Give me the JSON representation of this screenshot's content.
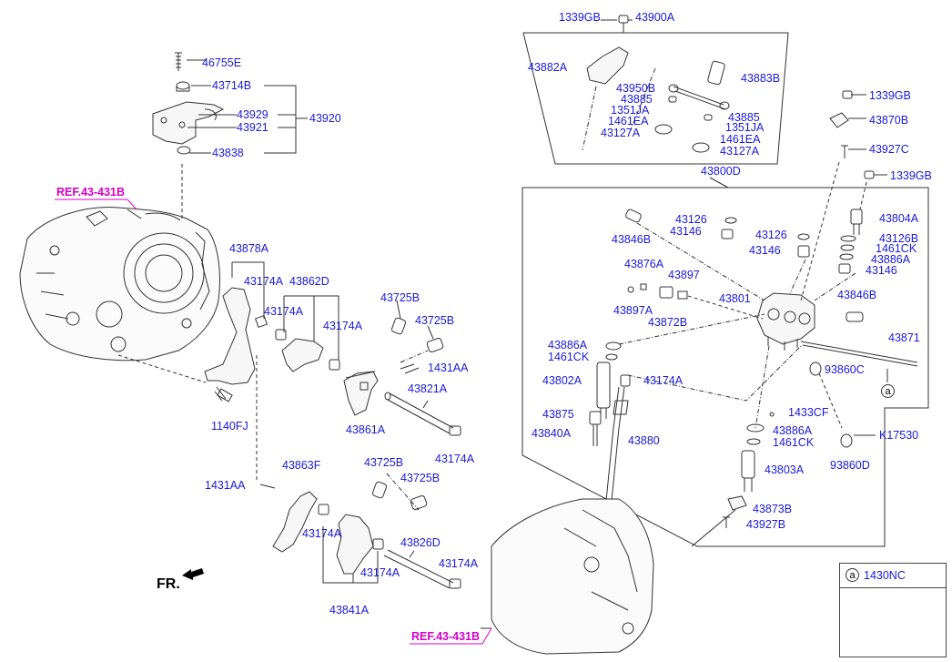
{
  "references": {
    "upper": "REF.43-431B",
    "lower": "REF.43-431B"
  },
  "front_marker": "FR.",
  "circle_marker": "a",
  "legend": {
    "marker": "a",
    "code": "1430NC"
  },
  "colors": {
    "label": "#1a1ad6",
    "reference": "#d400c8",
    "line": "#333333"
  },
  "labels": {
    "l46755E": "46755E",
    "l43714B": "43714B",
    "l43929": "43929",
    "l43921": "43921",
    "l43920": "43920",
    "l43838": "43838",
    "l43878A": "43878A",
    "l43174A_1": "43174A",
    "l43862D": "43862D",
    "l43174A_2": "43174A",
    "l43174A_3": "43174A",
    "l43725B_1": "43725B",
    "l43725B_2": "43725B",
    "l1431AA_1": "1431AA",
    "l43821A": "43821A",
    "l43861A": "43861A",
    "l43174A_4": "43174A",
    "l1140FJ": "1140FJ",
    "l43863F": "43863F",
    "l1431AA_2": "1431AA",
    "l43725B_3": "43725B",
    "l43725B_4": "43725B",
    "l43174A_5": "43174A",
    "l43826D": "43826D",
    "l43174A_6": "43174A",
    "l43174A_7": "43174A",
    "l43841A": "43841A",
    "l1339GB_1": "1339GB",
    "l43900A": "43900A",
    "l43882A": "43882A",
    "l43883B": "43883B",
    "l43950B": "43950B",
    "l43885_1": "43885",
    "l1351JA_1": "1351JA",
    "l1461EA_1": "1461EA",
    "l43127A_1": "43127A",
    "l43885_2": "43885",
    "l1351JA_2": "1351JA",
    "l1461EA_2": "1461EA",
    "l43127A_2": "43127A",
    "l1339GB_2": "1339GB",
    "l43870B": "43870B",
    "l43927C": "43927C",
    "l43800D": "43800D",
    "l1339GB_3": "1339GB",
    "l43126_1": "43126",
    "l43146_1": "43146",
    "l43846B_1": "43846B",
    "l43126_2": "43126",
    "l43146_2": "43146",
    "l43804A": "43804A",
    "l43126B": "43126B",
    "l1461CK_1": "1461CK",
    "l43886A_1": "43886A",
    "l43146_3": "43146",
    "l43876A": "43876A",
    "l43897": "43897",
    "l43801": "43801",
    "l43897A": "43897A",
    "l43872B": "43872B",
    "l43846B_2": "43846B",
    "l43871": "43871",
    "l43886A_2": "43886A",
    "l1461CK_2": "1461CK",
    "l93860C": "93860C",
    "l43802A": "43802A",
    "l43174A_8": "43174A",
    "l1433CF": "1433CF",
    "l43875": "43875",
    "l43886A_3": "43886A",
    "l43840A": "43840A",
    "l43880": "43880",
    "l1461CK_3": "1461CK",
    "l43803A": "43803A",
    "l43873B": "43873B",
    "l43927B": "43927B",
    "l93860D": "93860D",
    "lK17530": "K17530"
  }
}
